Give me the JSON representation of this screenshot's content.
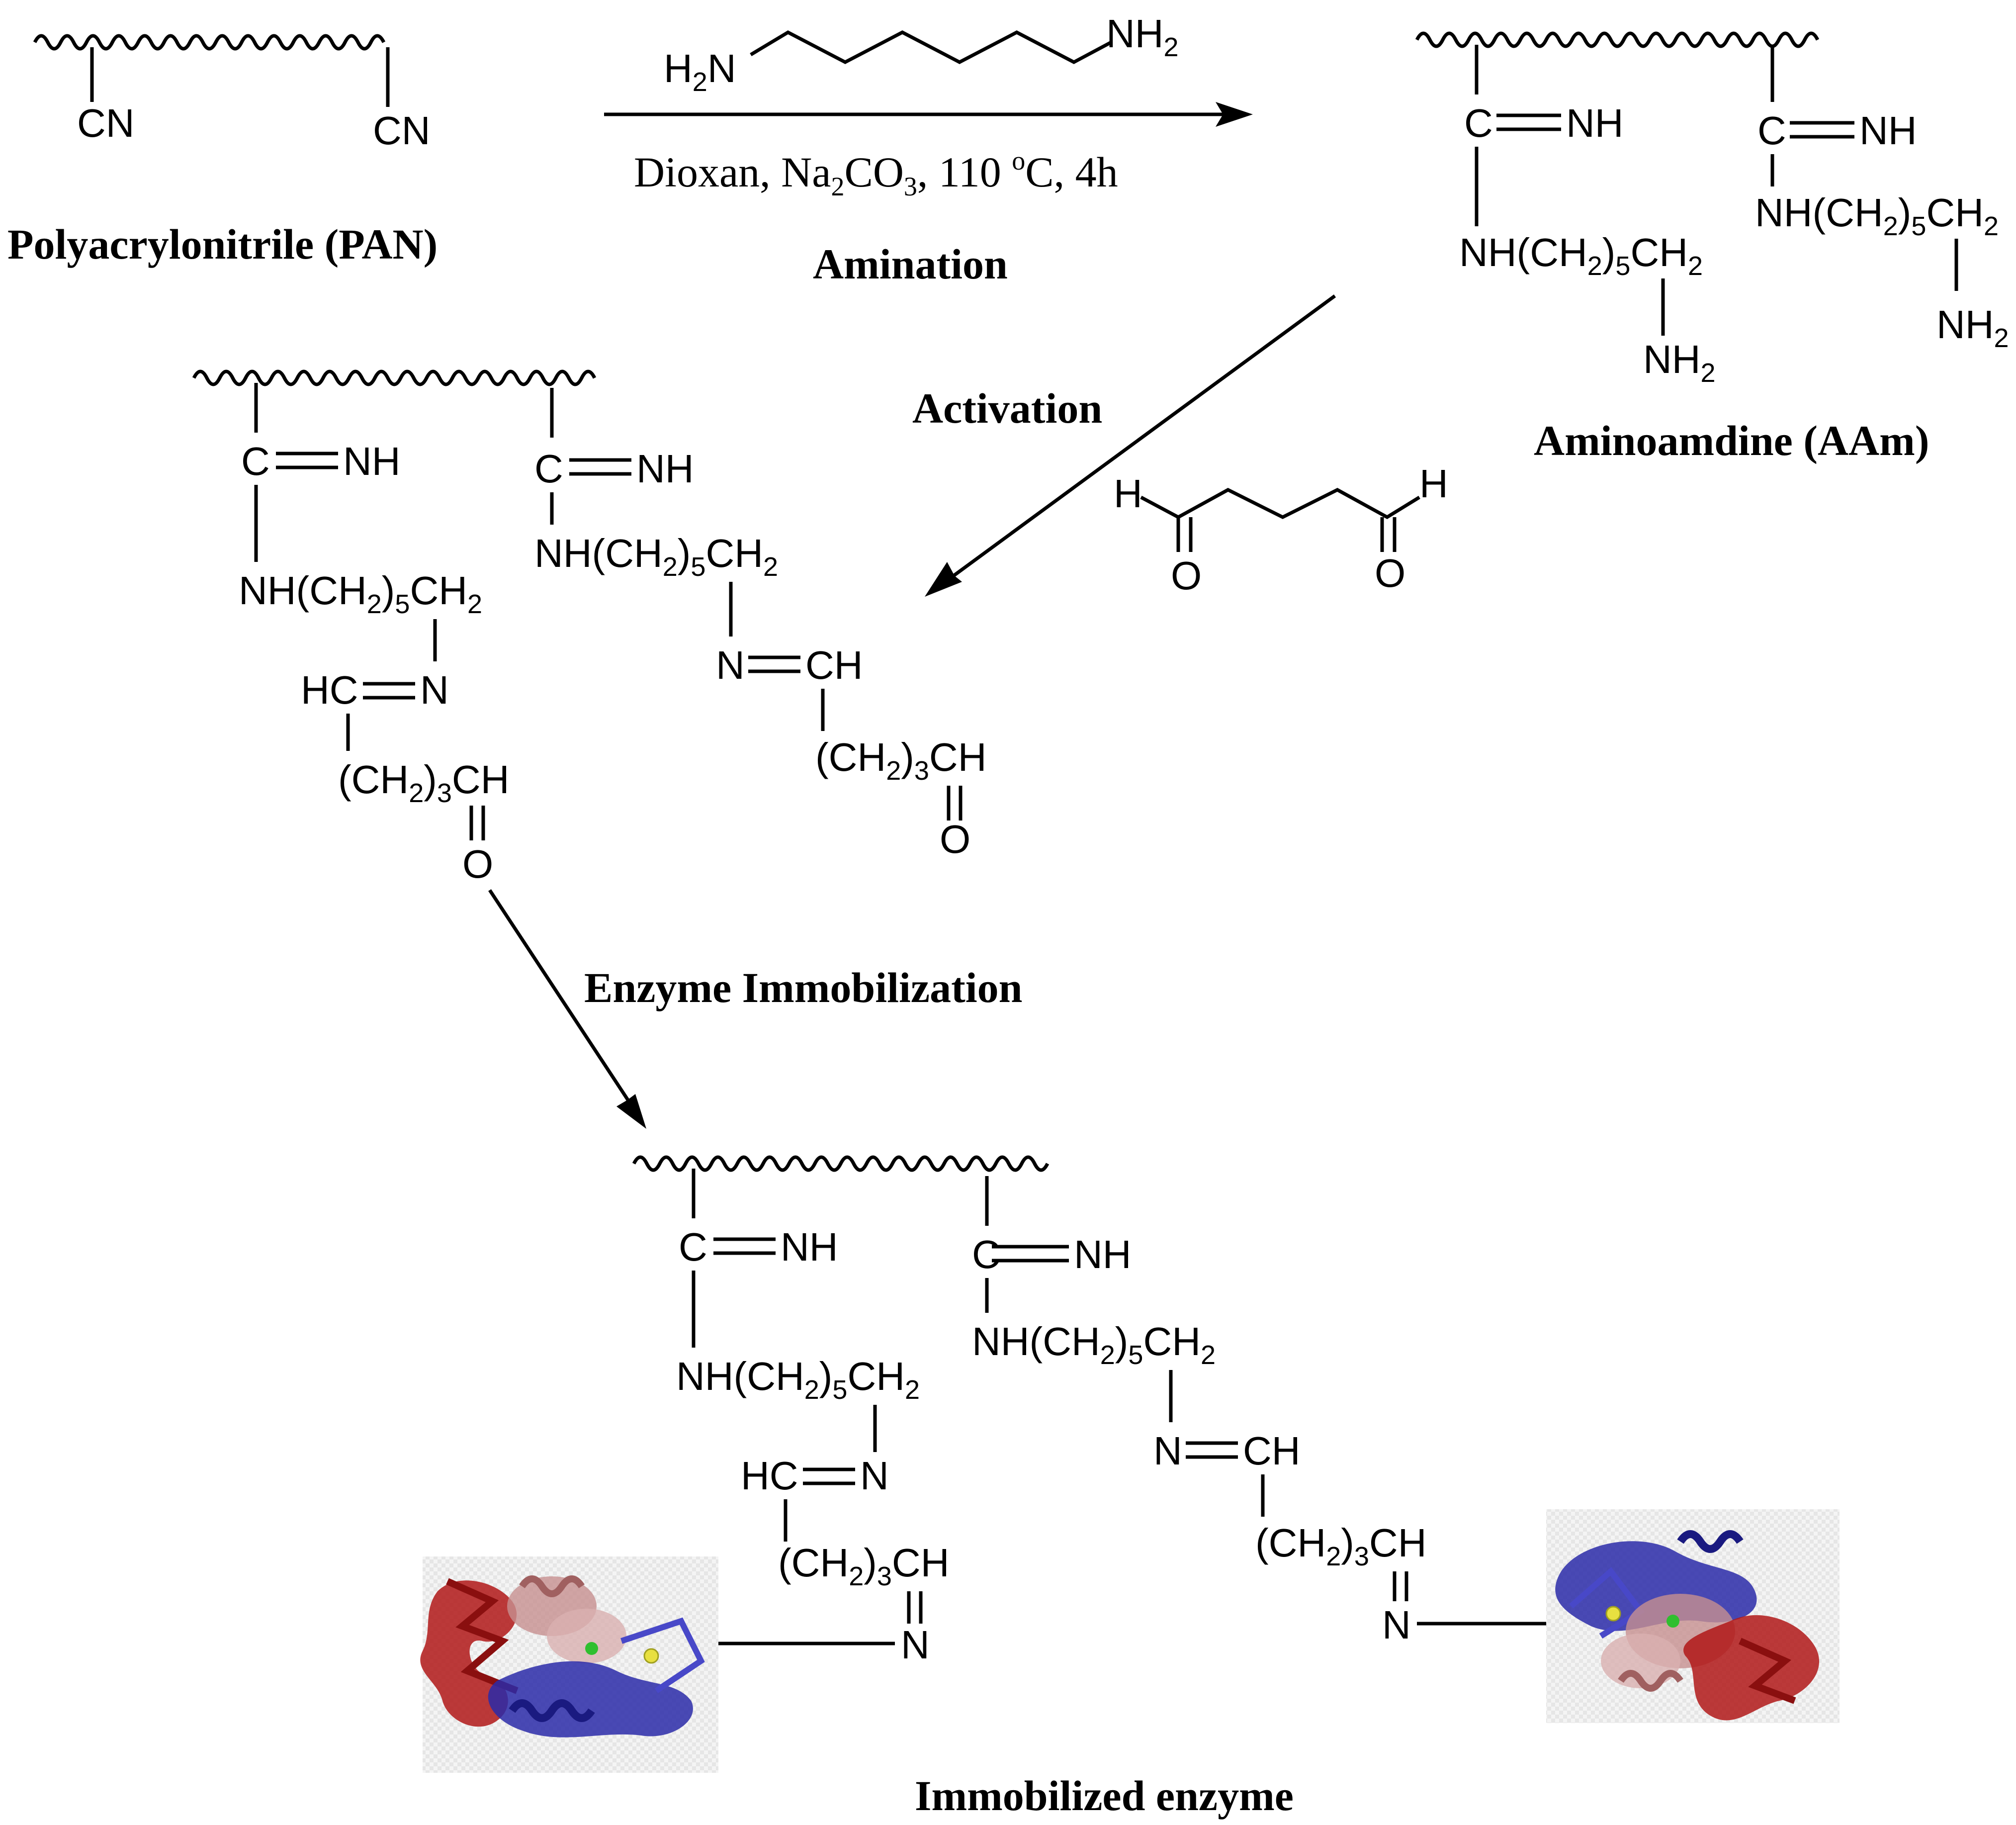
{
  "labels": {
    "pan": "Polyacrylonitrile (PAN)",
    "amination": "Amination",
    "aam": "Aminoamdine (AAm)",
    "activation": "Activation",
    "enzyme_immobilization": "Enzyme Immobilization",
    "immobilized_enzyme": "Immobilized enzyme"
  },
  "conditions": {
    "prefix": "Dioxan, Na",
    "na_sub": "2",
    "co": "CO",
    "co_sub": "3",
    "temp": ", 110 ",
    "deg": "o",
    "suffix": "C, 4h"
  },
  "reagents": {
    "diamine_h": "H",
    "diamine_h_sub": "2",
    "diamine_n": "N",
    "diamine_nh": "NH",
    "diamine_nh_sub": "2",
    "glut_h_left": "H",
    "glut_h_right": "H",
    "glut_o_left": "O",
    "glut_o_right": "O"
  },
  "groups": {
    "cn": "CN",
    "c": "C",
    "nh": "NH",
    "nh_chain_a": "NH(CH",
    "nh_chain_b": "5",
    "nh_chain_c": "CH",
    "sub2": "2",
    "close": ")",
    "nh2": "NH",
    "hc": "HC",
    "n": "N",
    "ch": "CH",
    "ch2_3_a": "(CH",
    "ch2_3_b": "3",
    "ch2_3_c": "CH",
    "o": "O"
  },
  "colors": {
    "protein_red": "#b01818",
    "protein_blue": "#2a2aa8",
    "protein_pink": "#c79090",
    "ligand_green": "#2fbf2f",
    "ligand_yellow": "#e8e040"
  }
}
